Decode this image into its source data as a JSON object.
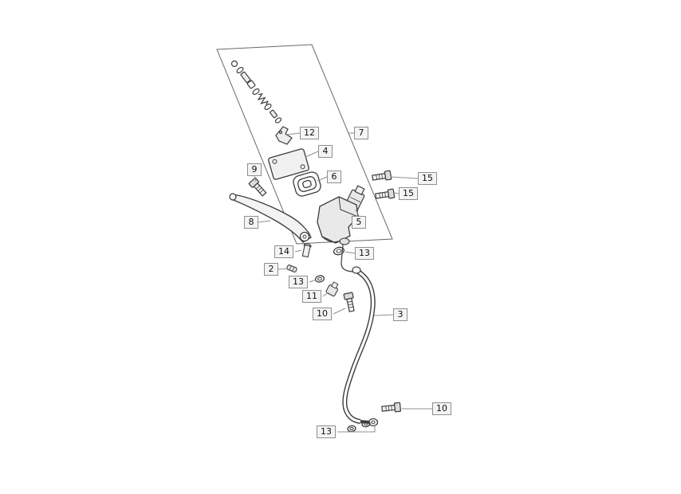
{
  "colors": {
    "background": "#ffffff",
    "line": "#3c3c3c",
    "leader": "#8f8f8f",
    "callout_bg": "#f4f4f4",
    "callout_border": "#8f8f8f",
    "callout_text": "#111111",
    "part_fill": "#ededed"
  },
  "callouts": [
    {
      "label": "12"
    },
    {
      "label": "7"
    },
    {
      "label": "4"
    },
    {
      "label": "9"
    },
    {
      "label": "6"
    },
    {
      "label": "15"
    },
    {
      "label": "15"
    },
    {
      "label": "5"
    },
    {
      "label": "8"
    },
    {
      "label": "14"
    },
    {
      "label": "13"
    },
    {
      "label": "2"
    },
    {
      "label": "13"
    },
    {
      "label": "11"
    },
    {
      "label": "10"
    },
    {
      "label": "3"
    },
    {
      "label": "10"
    },
    {
      "label": "13"
    }
  ]
}
